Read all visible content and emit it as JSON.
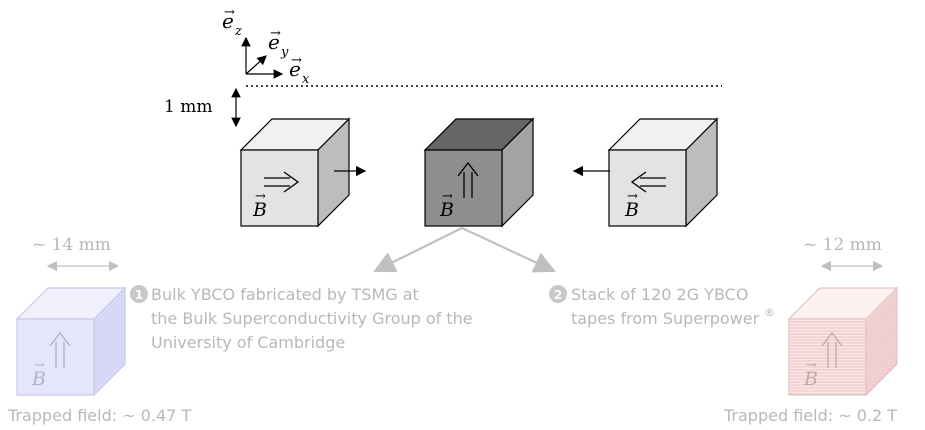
{
  "axes": {
    "ez_label": "e",
    "ez_sub": "z",
    "ey_label": "e",
    "ey_sub": "y",
    "ex_label": "e",
    "ex_sub": "x"
  },
  "gap_label": "1 mm",
  "b_label": "B",
  "sample1": {
    "dimension": "~ 14 mm",
    "badge": "1",
    "desc_lines": [
      "Bulk YBCO fabricated by TSMG at",
      "the Bulk Superconductivity Group of the",
      "University of Cambridge"
    ],
    "trapped": "Trapped field: ~ 0.47 T"
  },
  "sample2": {
    "dimension": "~ 12 mm",
    "badge": "2",
    "desc_lines": [
      "Stack of 120 2G YBCO",
      "tapes from Superpower"
    ],
    "registered": "®",
    "trapped": "Trapped field: ~ 0.2 T"
  },
  "colors": {
    "cube_light": "#e3e3e3",
    "cube_dark": "#8e8e8e",
    "sample1_face": "#e6e6fb",
    "sample2_face": "#fae6e6",
    "faded_text": "#b4b4b4"
  }
}
